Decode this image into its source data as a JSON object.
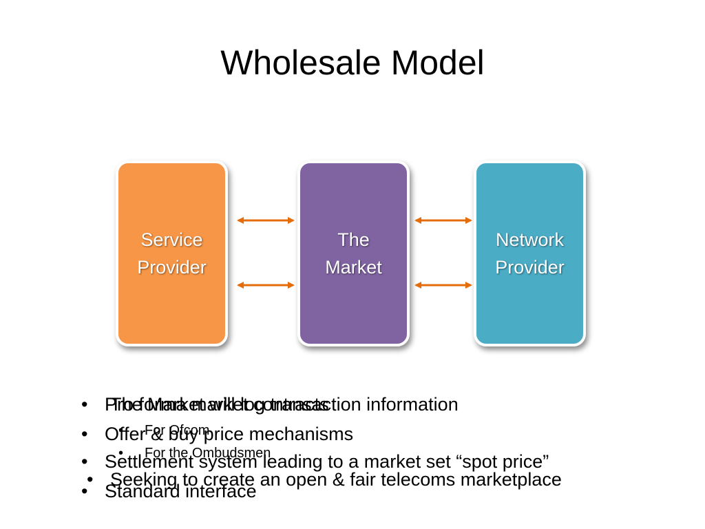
{
  "title": "Wholesale Model",
  "boxes": {
    "service": {
      "label": "Service\nProvider",
      "color": "#F79646"
    },
    "market": {
      "label": "The\nMarket",
      "color": "#8064A2"
    },
    "network": {
      "label": "Network\nProvider",
      "color": "#4BACC6"
    }
  },
  "arrow_color": "#E46C0A",
  "bullet_glyph": "•",
  "layer_a": {
    "bullets": [
      "Pro forma market contracts",
      "Offer & buy price mechanisms",
      "Settlement system leading to a market set “spot price”",
      "Standard interface"
    ]
  },
  "layer_b": {
    "main": "The Market will log transaction information",
    "subs": [
      "For Ofcom",
      "For the Ombudsmen"
    ],
    "last": "Seeking to create an open & fair telecoms marketplace"
  }
}
